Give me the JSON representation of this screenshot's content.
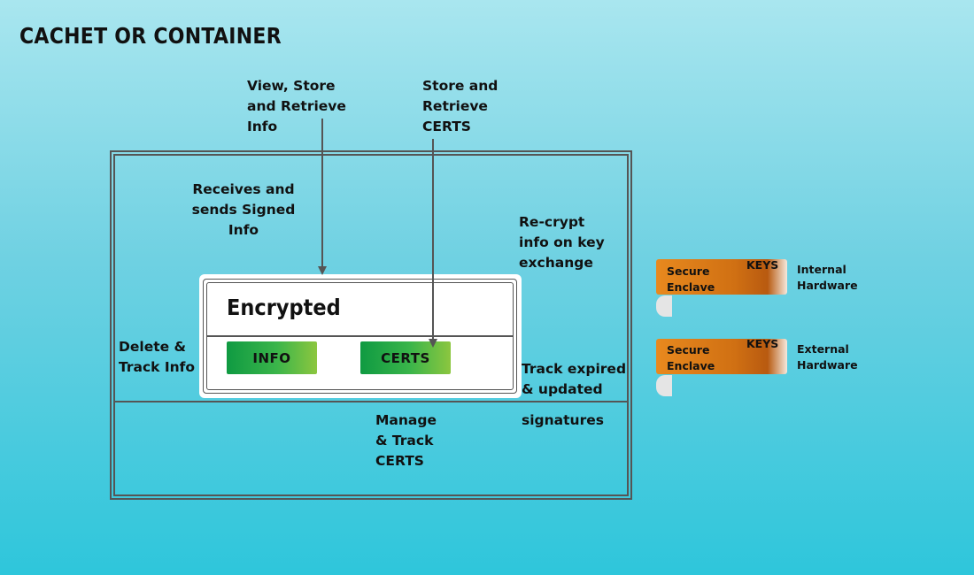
{
  "title": "CACHET OR CONTAINER",
  "labels": {
    "view_store": "View, Store\nand Retrieve\nInfo",
    "store_certs": "Store and\nRetrieve\nCERTS",
    "receives": "Receives and\nsends Signed\nInfo",
    "recrypt": "Re-crypt\ninfo on key\nexchange",
    "delete_track": "Delete &\nTrack Info",
    "track_expired": "Track expired\n& updated",
    "signatures": "signatures",
    "manage_track": "Manage\n& Track\nCERTS"
  },
  "encrypted": {
    "title": "Encrypted",
    "info": "INFO",
    "certs": "CERTS"
  },
  "enclaves": [
    {
      "text": "Secure\nEnclave",
      "keys": "KEYS",
      "hardware": "Internal\nHardware"
    },
    {
      "text": "Secure\nEnclave",
      "keys": "KEYS",
      "hardware": "External\nHardware"
    }
  ],
  "colors": {
    "pill_start": "#0f9a42",
    "pill_end": "#8cc63f",
    "tag_orange": "#e8891e",
    "frame": "#555555"
  }
}
